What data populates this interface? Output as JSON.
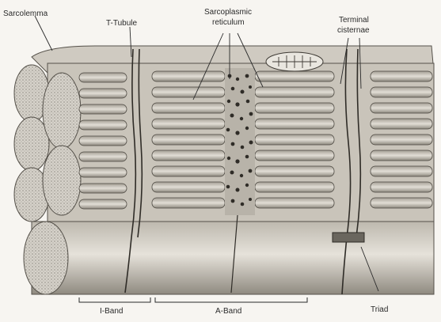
{
  "labels": {
    "sarcolemma": "Sarcolemma",
    "t_tubule": "T-Tubule",
    "sarcoplasmic_reticulum_line1": "Sarcoplasmic",
    "sarcoplasmic_reticulum_line2": "reticulum",
    "terminal_cisternae_line1": "Terminal",
    "terminal_cisternae_line2": "cisternae",
    "i_band": "I-Band",
    "a_band": "A-Band",
    "triad": "Triad"
  },
  "colors": {
    "background": "#f7f5f1",
    "ink": "#2a2a2a",
    "tissue_light": "#d9d5cd",
    "tissue_mid": "#a9a49a",
    "tissue_dark": "#55514a"
  }
}
